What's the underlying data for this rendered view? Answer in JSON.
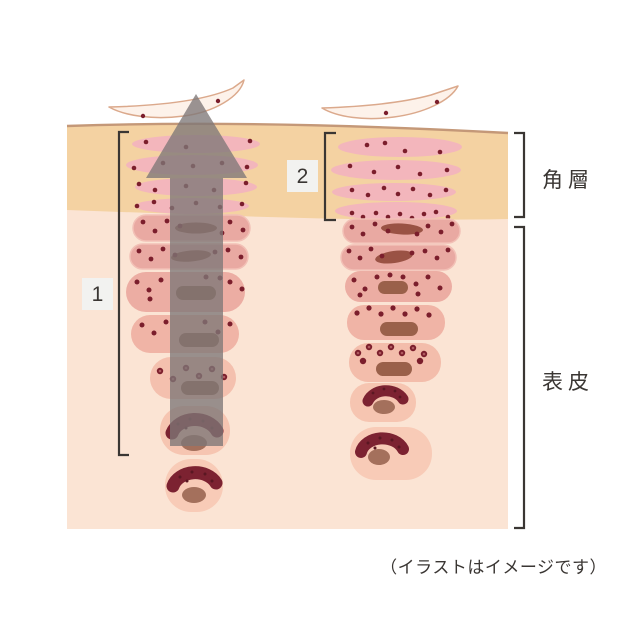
{
  "badges": {
    "step1": "1",
    "step2": "2"
  },
  "layer_labels": {
    "stratum_corneum": "角層",
    "epidermis": "表皮"
  },
  "caption": "（イラストはイメージです）",
  "colors": {
    "stratum_corneum_band": "#f4d2a2",
    "epidermis_bg": "#fbe4d4",
    "surface_line": "#c49878",
    "corneocyte_pink": "#f3b6bc",
    "keratinocyte_salmon": "#e9a9a2",
    "melanin_dot": "#7b1e2c",
    "melanin_cap": "#7c2231",
    "nucleus_brown": "#9a5244",
    "basal_nucleus": "#a4705c",
    "arrow_gray": "#7d7777",
    "bracket": "#3a3633",
    "badge_bg": "#f2f2f0",
    "flake_fill": "#fdf2ea",
    "flake_stroke": "#dba98c"
  }
}
